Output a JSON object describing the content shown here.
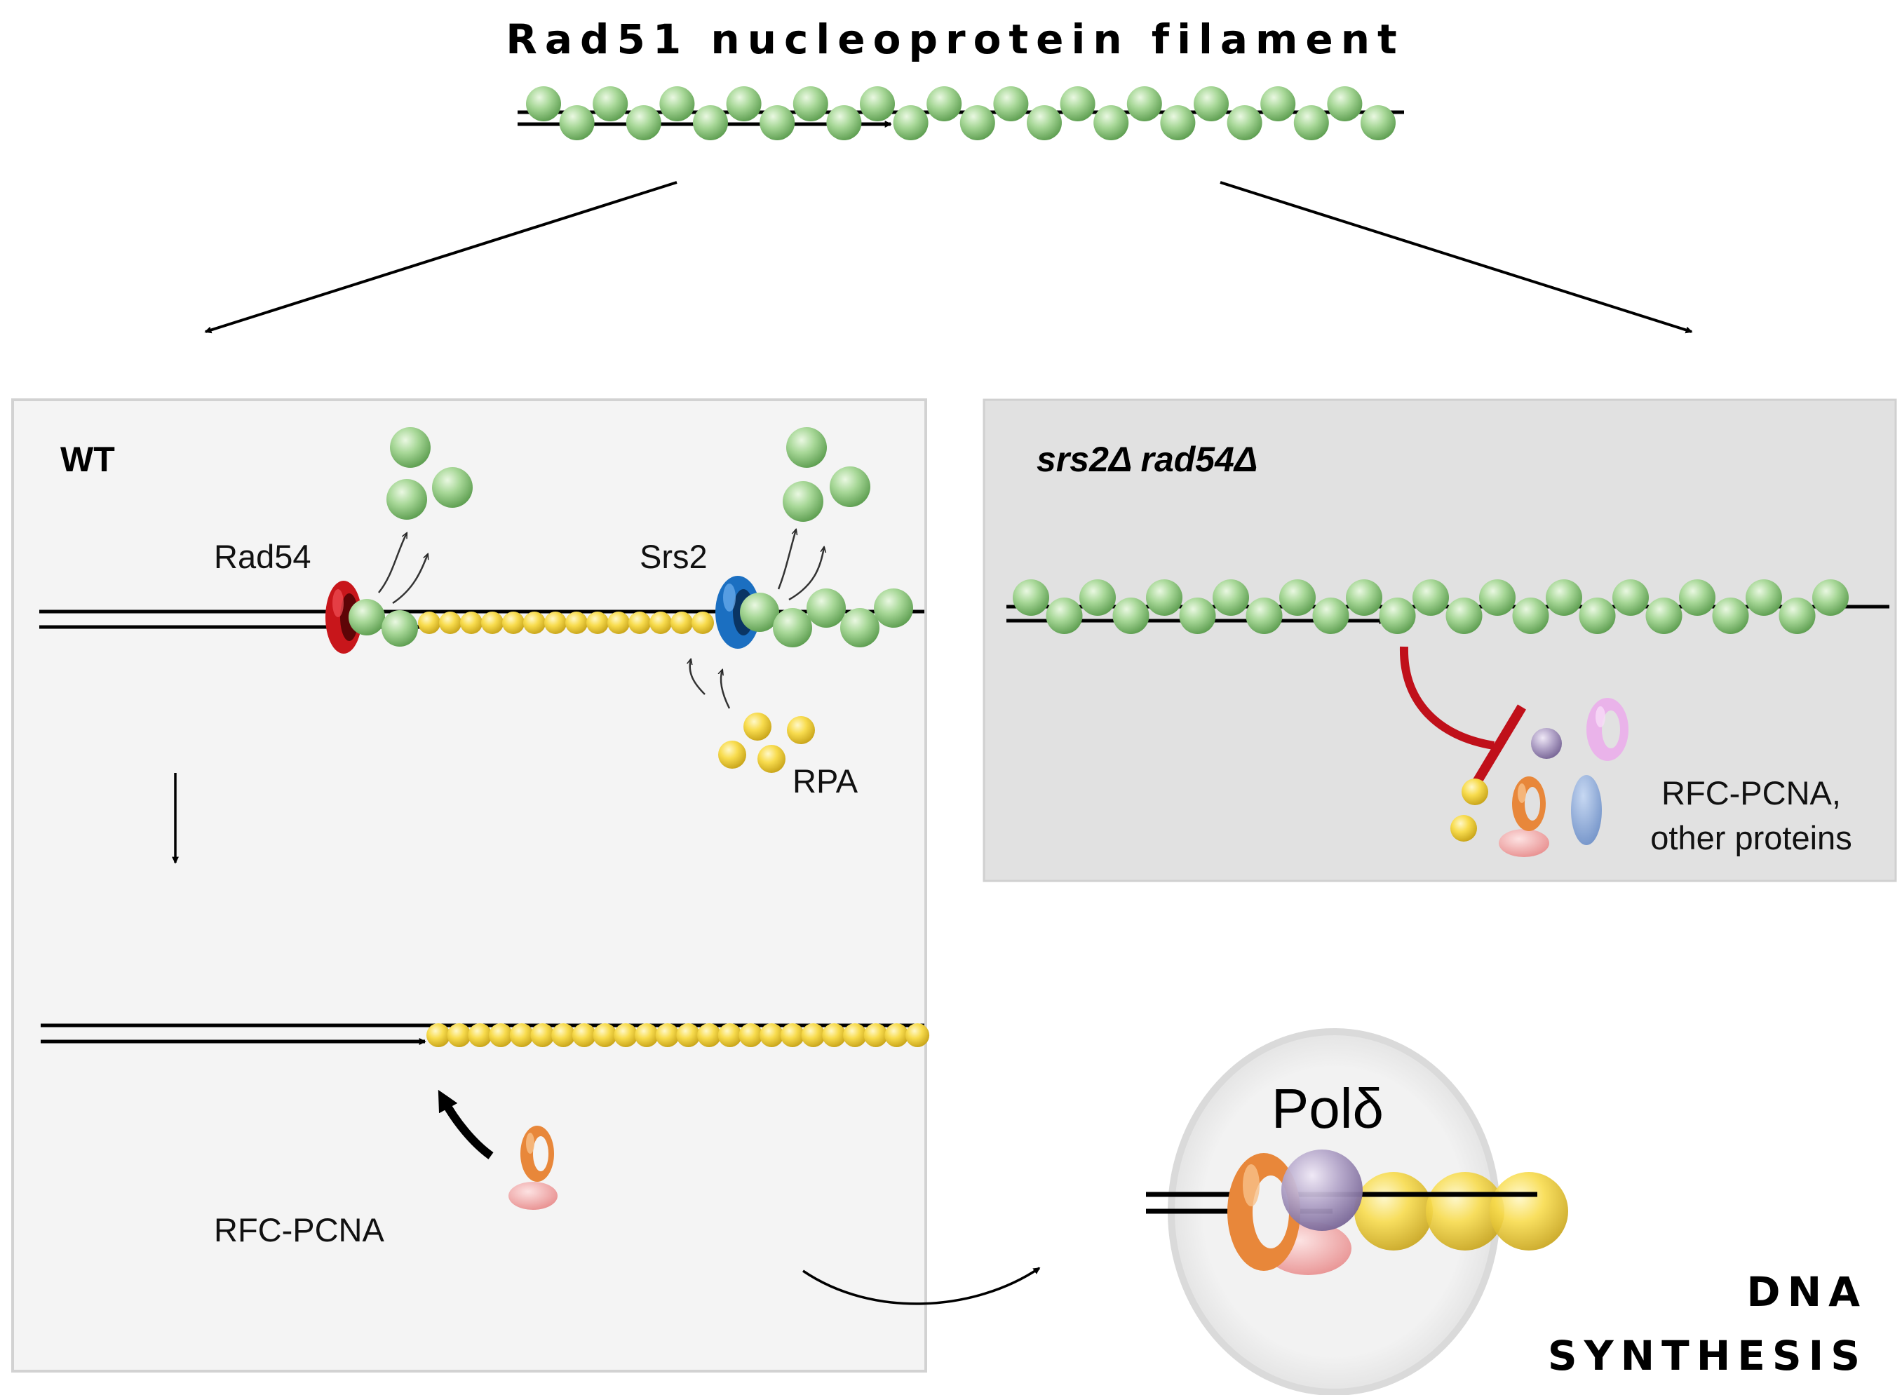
{
  "title": "Rad51 nucleoprotein filament",
  "wt_panel": {
    "heading": "WT",
    "rad54_label": "Rad54",
    "srs2_label": "Srs2",
    "rpa_label": "RPA",
    "rfc_pcna_label": "RFC-PCNA"
  },
  "mutant_panel": {
    "heading": "srs2Δ rad54Δ",
    "proteins_label_line1": "RFC-PCNA,",
    "proteins_label_line2": "other proteins"
  },
  "pol_label": "Polδ",
  "outcome_line1": "DNA",
  "outcome_line2": "SYNTHESIS",
  "colors": {
    "rad51": "#9fd08f",
    "rpa": "#f6d94a",
    "rad54": "#c8161b",
    "srs2": "#1b6fc1",
    "pcna": "#e8873a",
    "rfc": "#f2a2a2",
    "inhibition": "#c0101a",
    "wt_panel_bg": "#f4f4f4",
    "mutant_panel_bg": "#e1e1e1"
  }
}
